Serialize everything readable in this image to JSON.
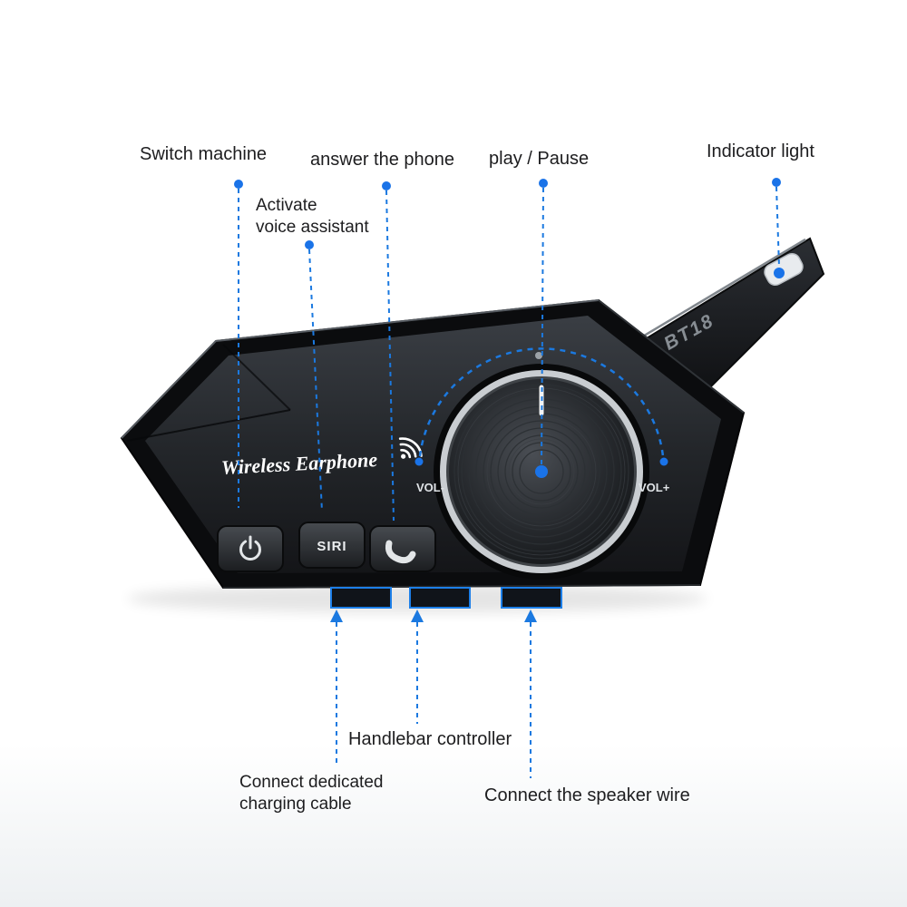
{
  "colors": {
    "accent": "#1a73e8",
    "callout_line": "#1b79e0",
    "device_black": "#141518",
    "knob_silver": "#c9cdd1"
  },
  "labels": {
    "switch_machine": "Switch machine",
    "activate_1": "Activate",
    "activate_2": "voice assistant",
    "answer_phone": "answer the phone",
    "play_pause": "play / Pause",
    "indicator_light": "Indicator light",
    "handlebar": "Handlebar controller",
    "charging_1": "Connect dedicated",
    "charging_2": "charging cable",
    "speaker_wire": "Connect the speaker wire"
  },
  "device": {
    "brand": "Wireless Earphone",
    "model": "BT18",
    "vol_minus": "VOL-",
    "vol_plus": "VOL+",
    "siri": "SIRI"
  }
}
